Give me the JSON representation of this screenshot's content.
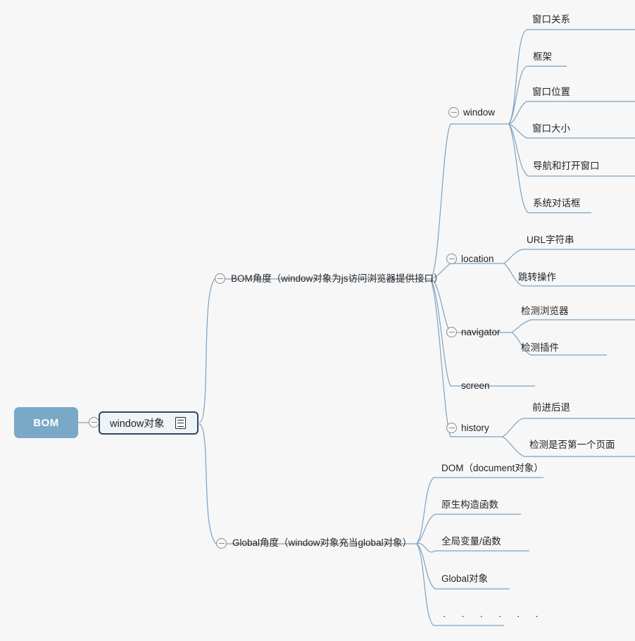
{
  "meta": {
    "title": "BOM 思维导图",
    "background": "#f7f7f7",
    "line_color": "#7ba2c4",
    "root_fill": "#7aa9c7",
    "root_text_color": "#ffffff",
    "main_border": "#36445c",
    "main_fill": "#eef3f7"
  },
  "root": {
    "label": "BOM"
  },
  "main": {
    "label": "window对象",
    "note_icon": "note-icon"
  },
  "branches": [
    {
      "id": "bom-perspective",
      "label": "BOM角度（window对象为js访问浏览器提供接口）",
      "collapsible": true,
      "children": [
        {
          "id": "window",
          "label": "window",
          "collapsible": true,
          "children": [
            {
              "id": "window-relation",
              "label": "窗口关系"
            },
            {
              "id": "frame",
              "label": "框架"
            },
            {
              "id": "window-position",
              "label": "窗口位置"
            },
            {
              "id": "window-size",
              "label": "窗口大小"
            },
            {
              "id": "navigate-open-window",
              "label": "导航和打开窗口"
            },
            {
              "id": "system-dialog",
              "label": "系统对话框"
            }
          ]
        },
        {
          "id": "location",
          "label": "location",
          "collapsible": true,
          "children": [
            {
              "id": "url-string",
              "label": "URL字符串"
            },
            {
              "id": "jump-operation",
              "label": "跳转操作"
            }
          ]
        },
        {
          "id": "navigator",
          "label": "navigator",
          "collapsible": true,
          "children": [
            {
              "id": "detect-browser",
              "label": "检测浏览器"
            },
            {
              "id": "detect-plugin",
              "label": "检测插件"
            }
          ]
        },
        {
          "id": "screen",
          "label": "screen",
          "collapsible": false,
          "children": []
        },
        {
          "id": "history",
          "label": "history",
          "collapsible": true,
          "children": [
            {
              "id": "forward-back",
              "label": "前进后退"
            },
            {
              "id": "detect-first-page",
              "label": "检测是否第一个页面"
            }
          ]
        }
      ]
    },
    {
      "id": "global-perspective",
      "label": "Global角度（window对象充当global对象）",
      "collapsible": true,
      "children": [
        {
          "id": "dom-document",
          "label": "DOM（document对象）"
        },
        {
          "id": "native-constructor",
          "label": "原生构造函数"
        },
        {
          "id": "global-var-func",
          "label": "全局变量/函数"
        },
        {
          "id": "global-object",
          "label": "Global对象"
        },
        {
          "id": "ellipsis",
          "label": "· · · · · ·"
        }
      ]
    }
  ]
}
